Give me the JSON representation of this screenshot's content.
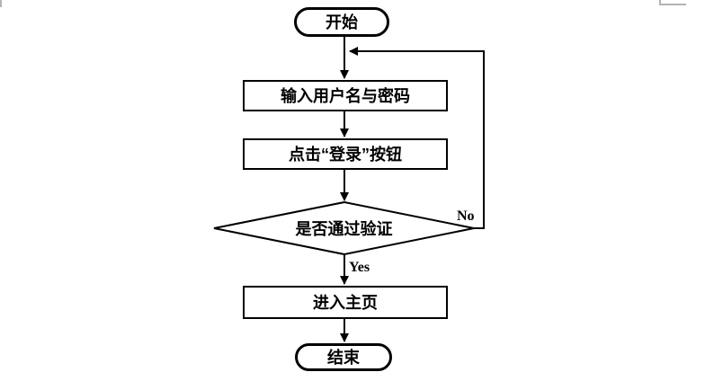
{
  "flowchart": {
    "nodes": {
      "start": {
        "label": "开始",
        "shape": "terminator"
      },
      "input": {
        "label": "输入用户名与密码",
        "shape": "process"
      },
      "click": {
        "label": "点击“登录”按钮",
        "shape": "process"
      },
      "verify": {
        "label": "是否通过验证",
        "shape": "decision"
      },
      "home": {
        "label": "进入主页",
        "shape": "process"
      },
      "end": {
        "label": "结束",
        "shape": "terminator"
      }
    },
    "branch_labels": {
      "yes": "Yes",
      "no": "No"
    },
    "colors": {
      "line": "#000000",
      "shape_fill": "#ffffff",
      "background": "#ffffff",
      "crop_mark": "#b3b3b3"
    }
  }
}
